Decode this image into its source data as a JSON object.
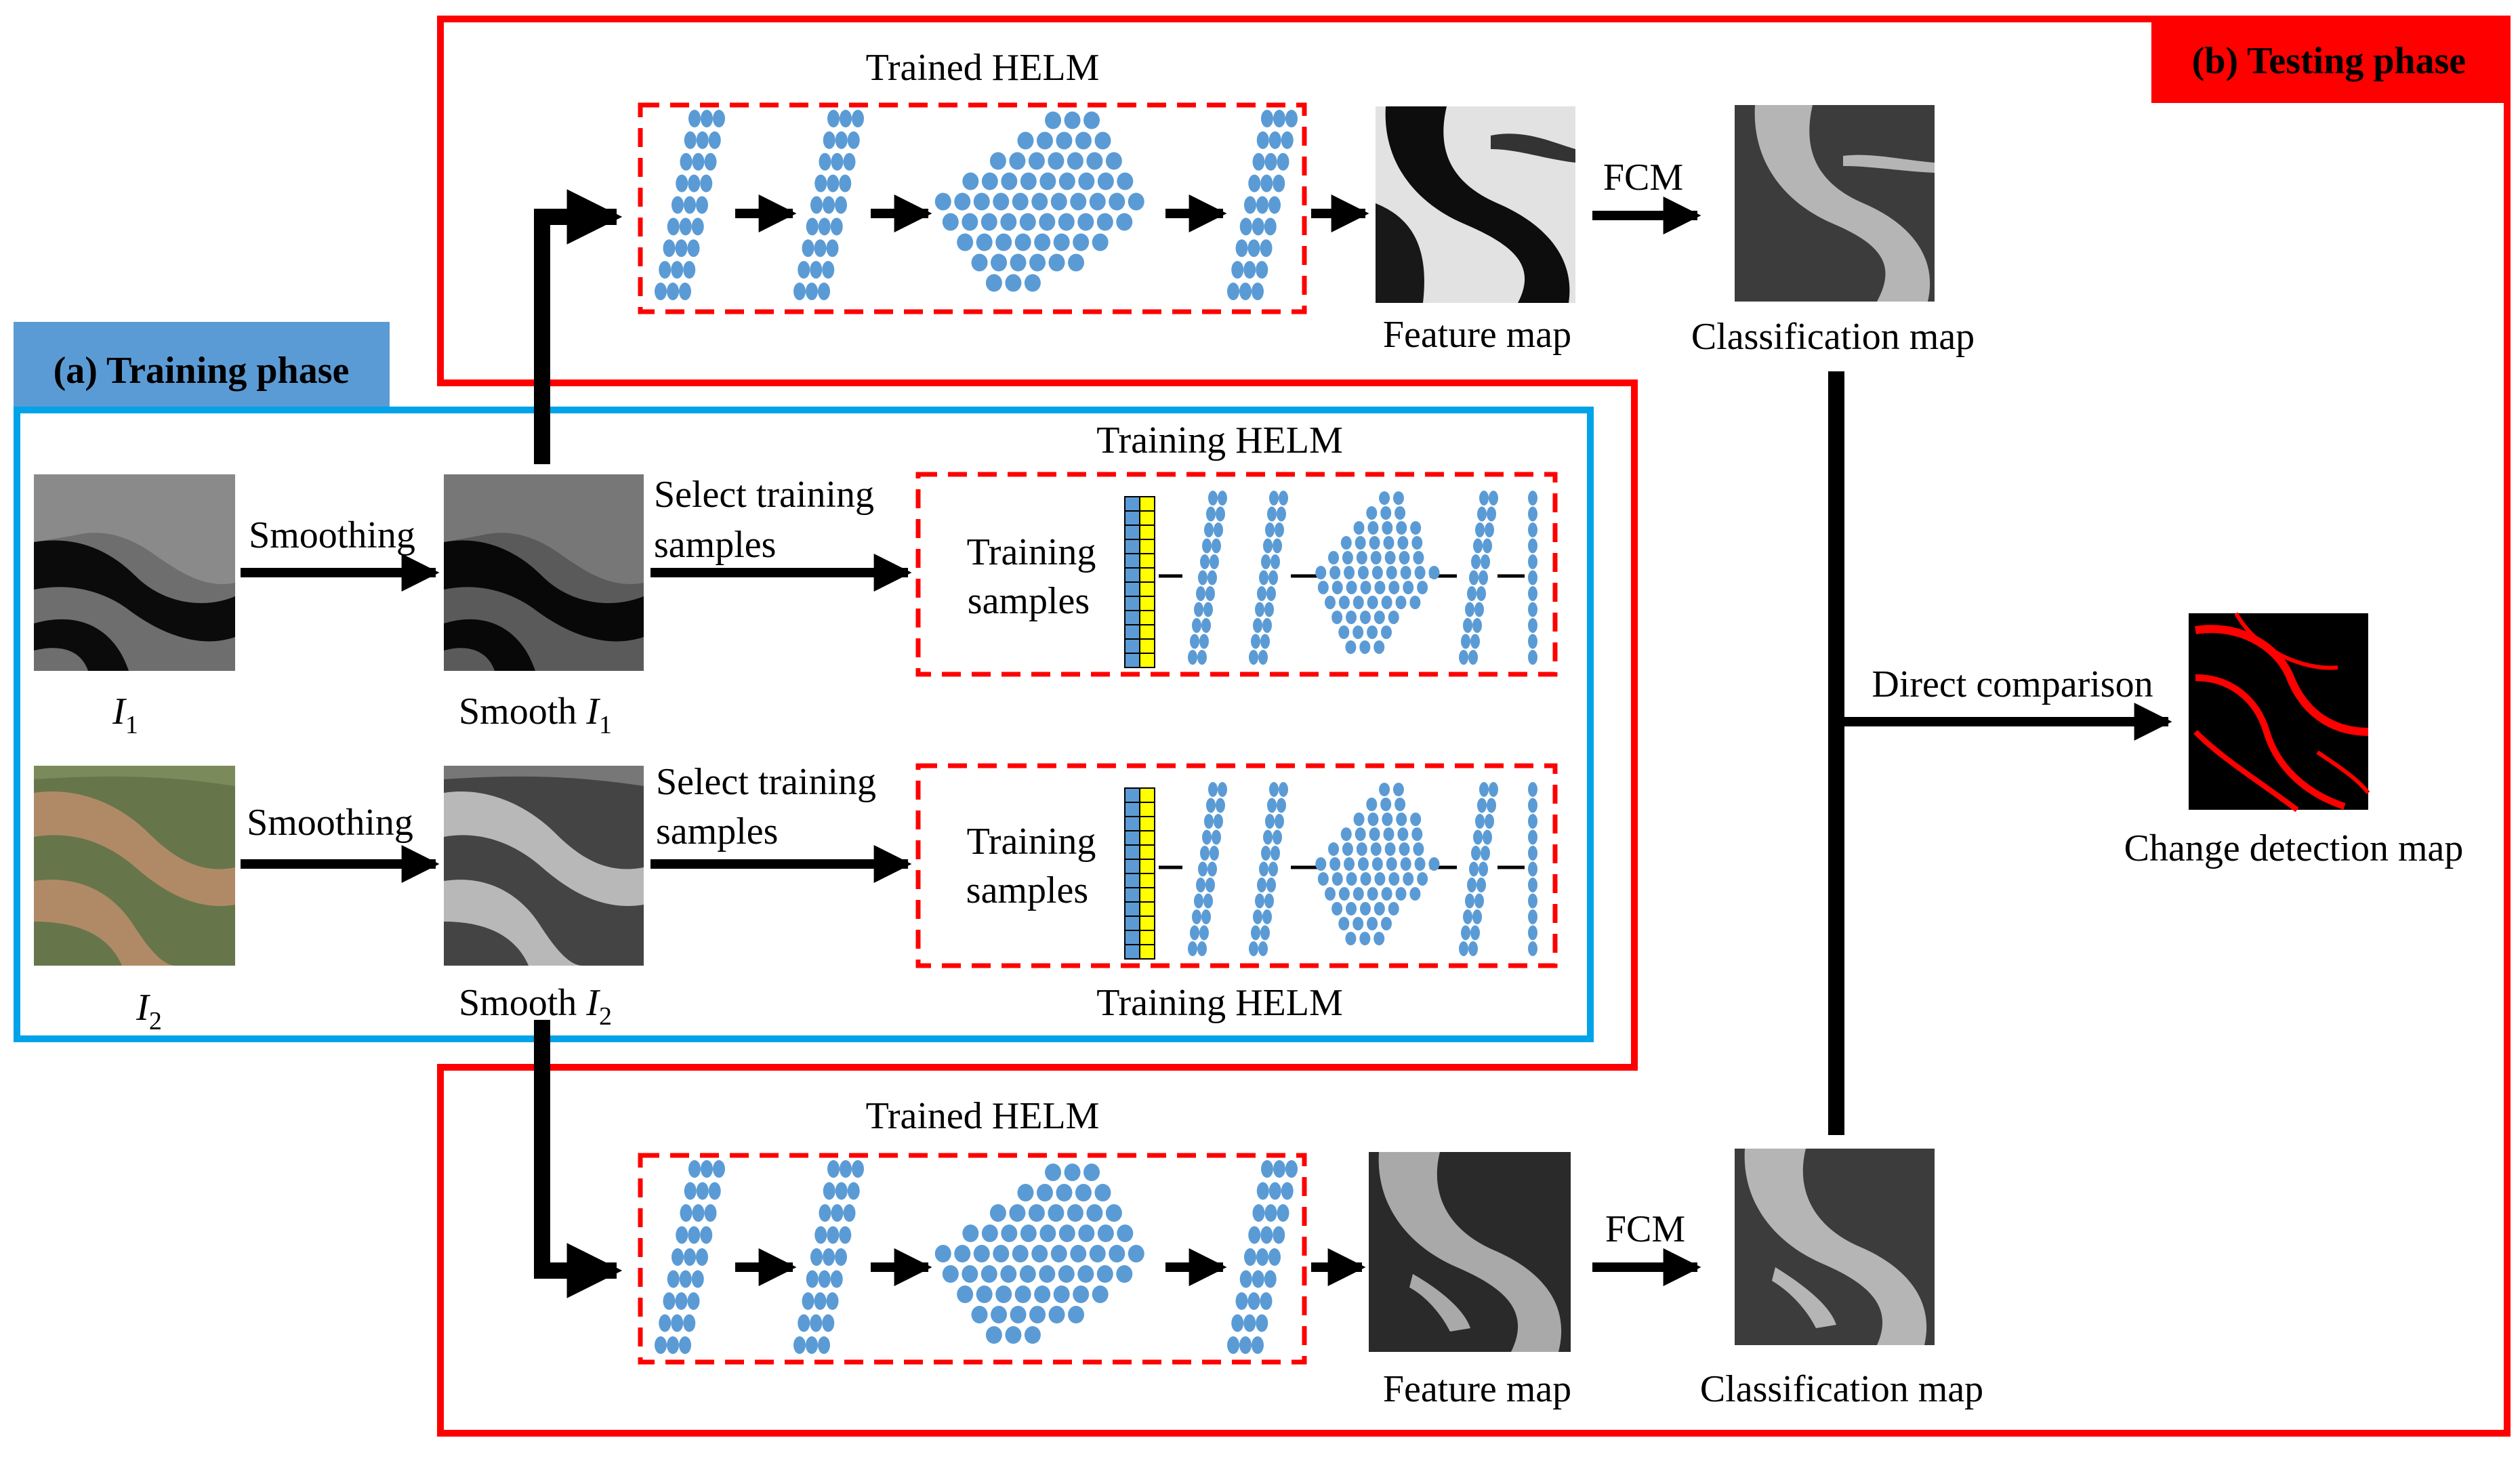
{
  "testing_phase": {
    "header": "(b) Testing phase",
    "top": {
      "network_title": "Trained HELM",
      "feature_label": "Feature map",
      "fcm_label": "FCM",
      "classification_label": "Classification map"
    },
    "bottom": {
      "network_title": "Trained HELM",
      "feature_label": "Feature map",
      "fcm_label": "FCM",
      "classification_label": "Classification map"
    },
    "comparison_label": "Direct comparison",
    "result_label": "Change detection map"
  },
  "training_phase": {
    "header": "(a) Training phase",
    "row1": {
      "input_sym": "I",
      "input_sub": "1",
      "smoothing_label": "Smoothing",
      "smooth_prefix": "Smooth ",
      "smooth_sym": "I",
      "smooth_sub": "1",
      "select_line1": "Select training",
      "select_line2": "samples",
      "samples_line1": "Training",
      "samples_line2": "samples",
      "helm_label": "Training HELM"
    },
    "row2": {
      "input_sym": "I",
      "input_sub": "2",
      "smoothing_label": "Smoothing",
      "smooth_prefix": "Smooth ",
      "smooth_sym": "I",
      "smooth_sub": "2",
      "select_line1": "Select training",
      "select_line2": "samples",
      "samples_line1": "Training",
      "samples_line2": "samples",
      "helm_label": "Training HELM"
    }
  },
  "colors": {
    "testing_border": "#ff0000",
    "training_border": "#00a3e8",
    "training_header_bg": "#5b9bd5",
    "node_blue": "#5b9bd5",
    "sample_yellow": "#ffff00",
    "arrow": "#000000"
  }
}
